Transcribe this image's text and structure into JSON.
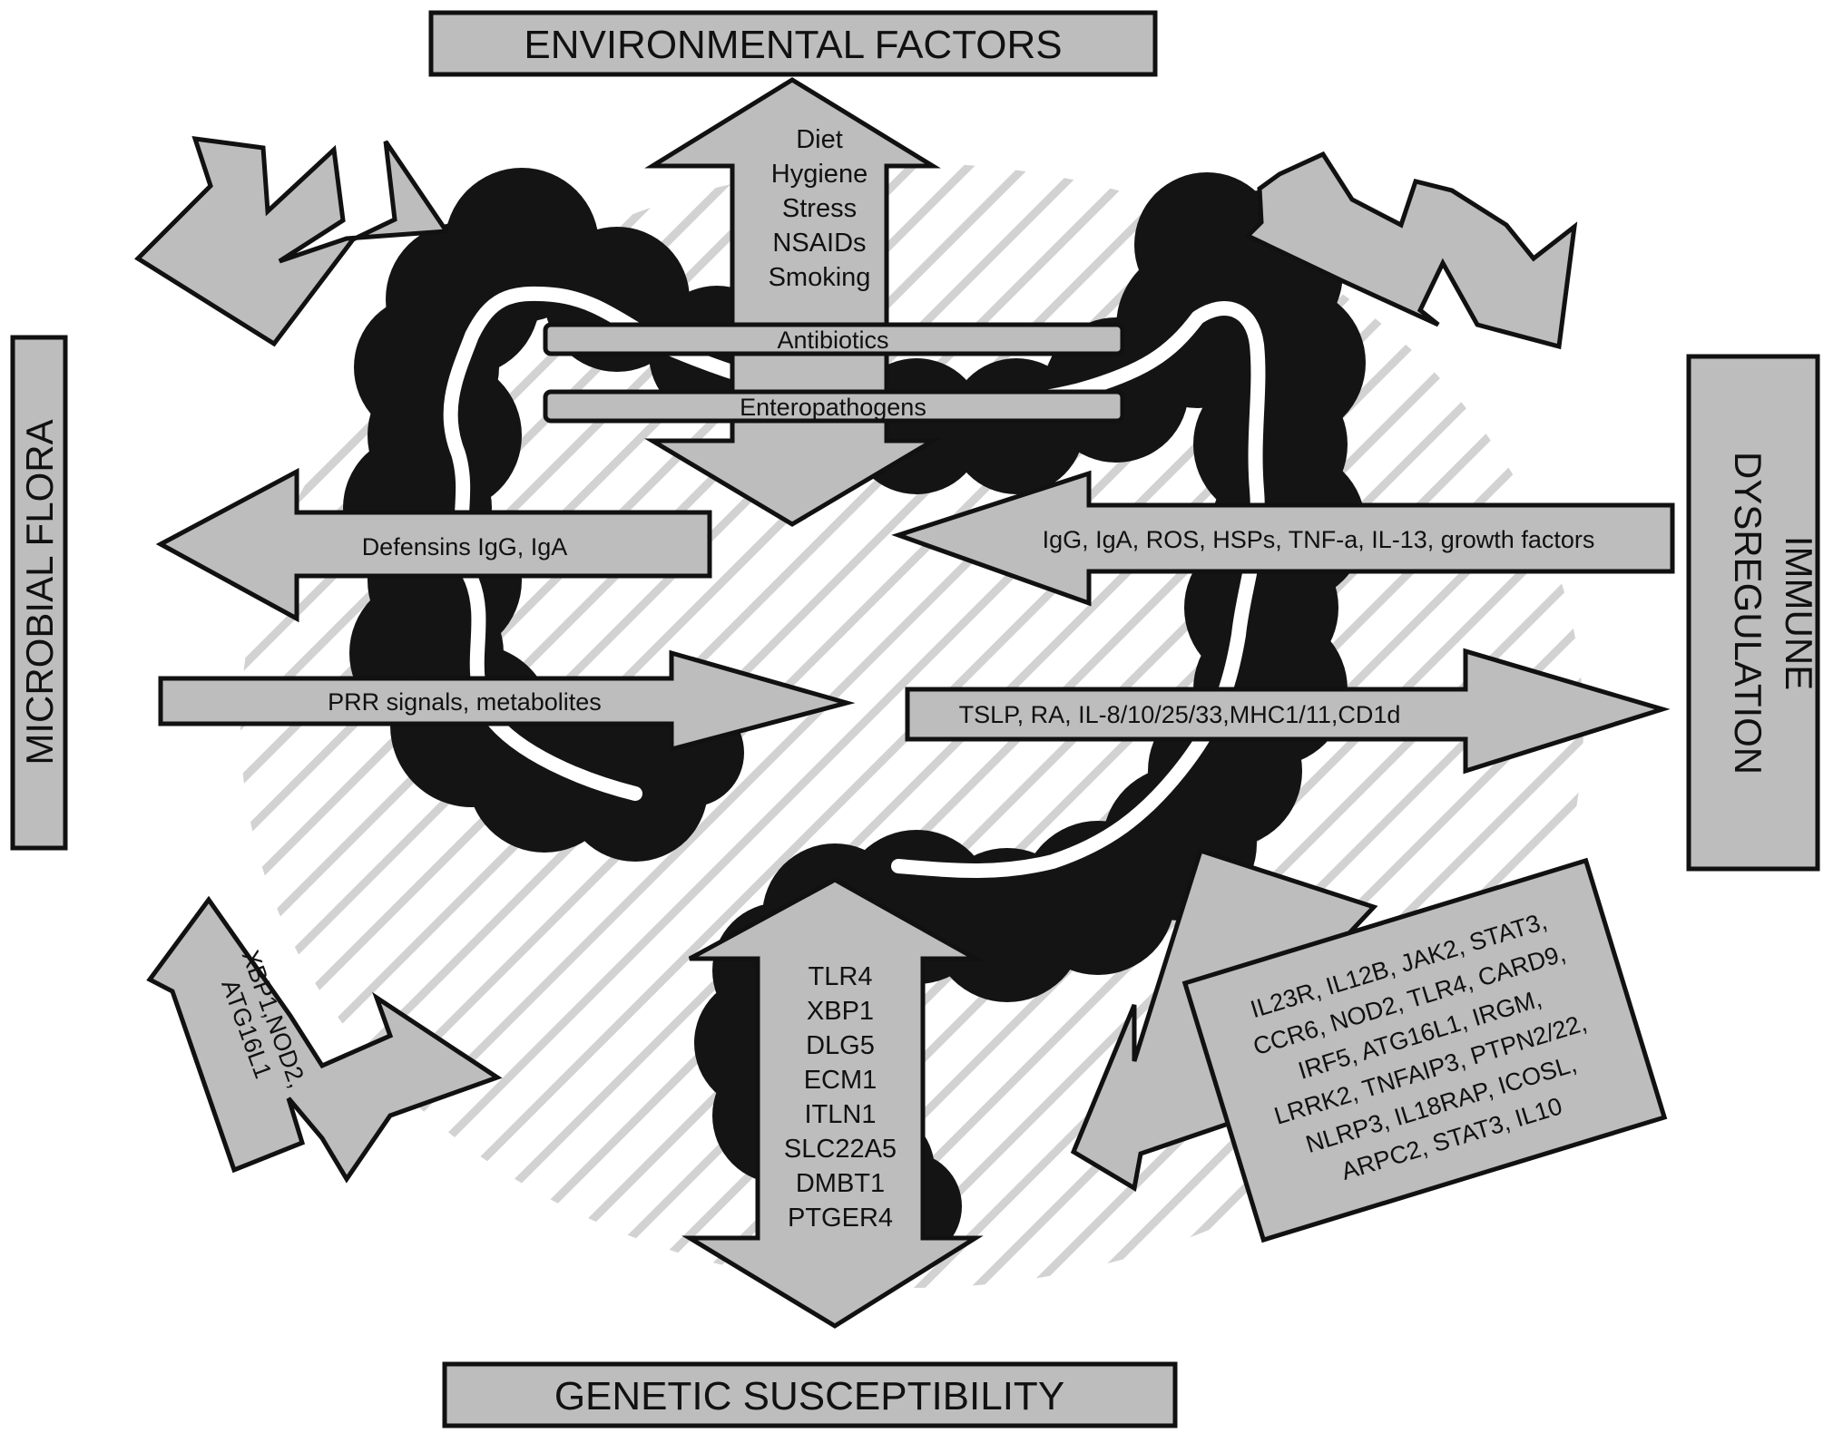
{
  "titles": {
    "environmental": "ENVIRONMENTAL FACTORS",
    "microbial": "MICROBIAL FLORA",
    "immune_line1": "IMMUNE",
    "immune_line2": "DYSREGULATION",
    "genetic": "GENETIC SUSCEPTIBILITY"
  },
  "environmental_factors": [
    "Diet",
    "Hygiene",
    "Stress",
    "NSAIDs",
    "Smoking"
  ],
  "bars": {
    "antibiotics": "Antibiotics",
    "enteropathogens": "Enteropathogens"
  },
  "arrows": {
    "defensins": "Defensins IgG, IgA",
    "prr": "PRR signals, metabolites",
    "immune_to_lumen": "IgG, IgA, ROS, HSPs, TNF-a, IL-13, growth factors",
    "tslp": "TSLP, RA, IL-8/10/25/33,MHC1/11,CD1d"
  },
  "microbial_genes": [
    "XBP1,NOD2,",
    "ATG16L1"
  ],
  "genetic_genes": [
    "TLR4",
    "XBP1",
    "DLG5",
    "ECM1",
    "ITLN1",
    "SLC22A5",
    "DMBT1",
    "PTGER4"
  ],
  "immune_genes": [
    "IL23R, IL12B, JAK2, STAT3,",
    "CCR6, NOD2, TLR4, CARD9,",
    "IRF5, ATG16L1, IRGM,",
    "LRRK2, TNFAIP3, PTPN2/22,",
    "NLRP3, IL18RAP, ICOSL,",
    "ARPC2, STAT3, IL10"
  ],
  "colors": {
    "box_fill": "#bdbdbd",
    "colon": "#141414",
    "hatch": "#d2d2d2"
  }
}
